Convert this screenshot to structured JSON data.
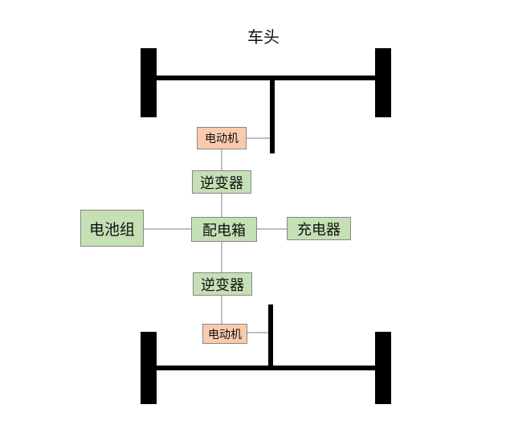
{
  "diagram": {
    "front_label": "车头",
    "components": {
      "motor_front": "电动机",
      "inverter_front": "逆变器",
      "battery": "电池组",
      "distribution_box": "配电箱",
      "charger": "充电器",
      "inverter_rear": "逆变器",
      "motor_rear": "电动机"
    },
    "colors": {
      "component_green": "#c5e0b4",
      "motor_orange": "#f8cbad",
      "axle_black": "#000000",
      "connector_gray": "#999999"
    }
  }
}
